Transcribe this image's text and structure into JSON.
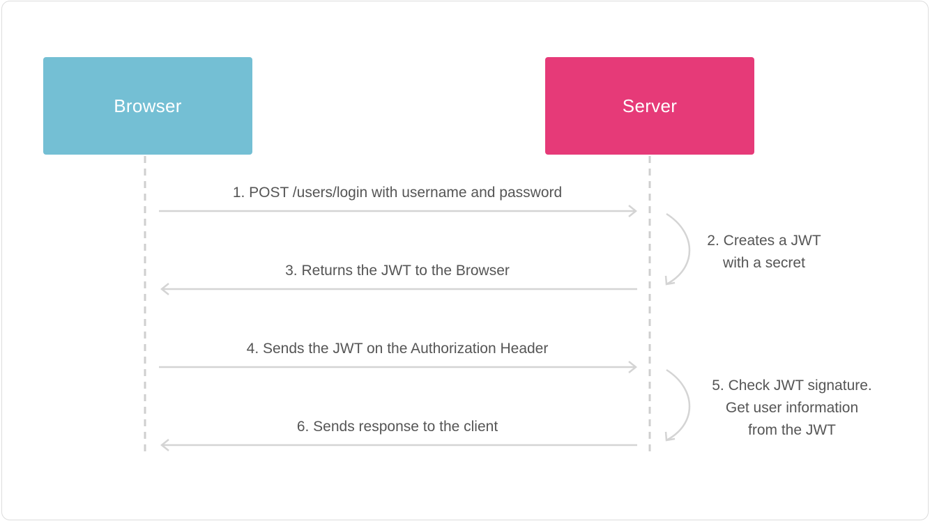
{
  "actors": {
    "browser": {
      "label": "Browser",
      "color": "#74bfd4"
    },
    "server": {
      "label": "Server",
      "color": "#e63a78"
    }
  },
  "messages": [
    {
      "label": "1. POST /users/login with username and password",
      "direction": "browser-to-server"
    },
    {
      "label": "3. Returns the JWT to the Browser",
      "direction": "server-to-browser"
    },
    {
      "label": "4. Sends the JWT on the Authorization Header",
      "direction": "browser-to-server"
    },
    {
      "label": "6. Sends response to the client",
      "direction": "server-to-browser"
    }
  ],
  "self_notes": [
    {
      "lines": [
        "2. Creates a JWT",
        "with a secret"
      ]
    },
    {
      "lines": [
        "5. Check JWT signature.",
        "Get user information",
        "from the JWT"
      ]
    }
  ],
  "colors": {
    "lifeline": "#cfcfcf",
    "arrow": "#d4d4d4",
    "text": "#555555"
  }
}
